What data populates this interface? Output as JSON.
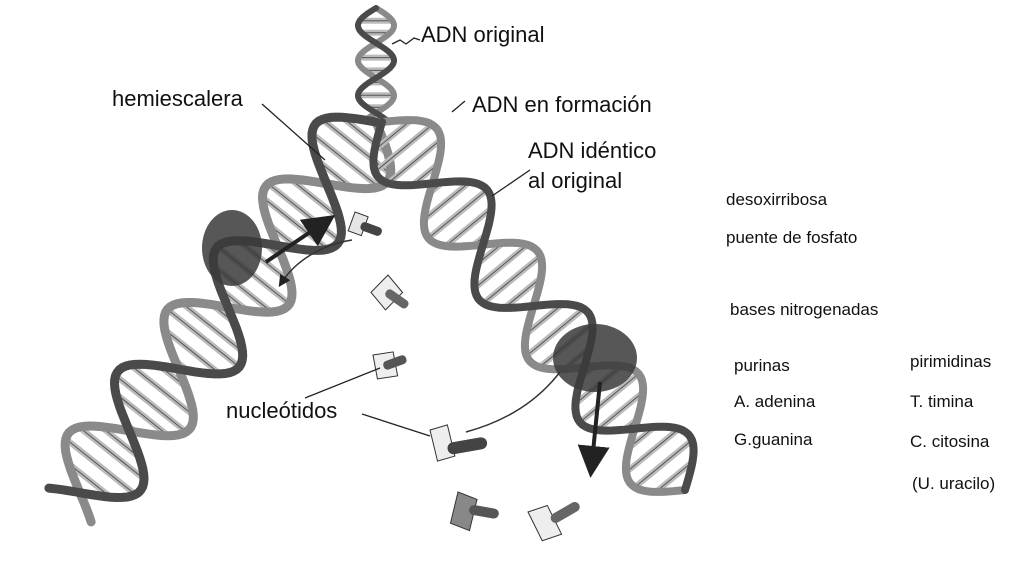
{
  "labels": {
    "original": "ADN original",
    "forming": "ADN en formación",
    "identical": "ADN idéntico\nal original",
    "half_ladder": "hemiescalera",
    "nucleotides": "nucleótidos"
  },
  "legend": {
    "sugar": "desoxirribosa",
    "phosphate": "puente de fosfato",
    "bases_title": "bases nitrogenadas",
    "purines": {
      "title": "purinas",
      "items": [
        "A. adenina",
        "G.guanina"
      ]
    },
    "pyrimidines": {
      "title": "pirimidinas",
      "items": [
        "T. timina",
        "C. citosina",
        "(U. uracilo)"
      ]
    }
  },
  "colors": {
    "strand": "#4a4a4a",
    "strand_light": "#8a8a8a",
    "rung": "#bbbbbb",
    "text": "#111111"
  }
}
